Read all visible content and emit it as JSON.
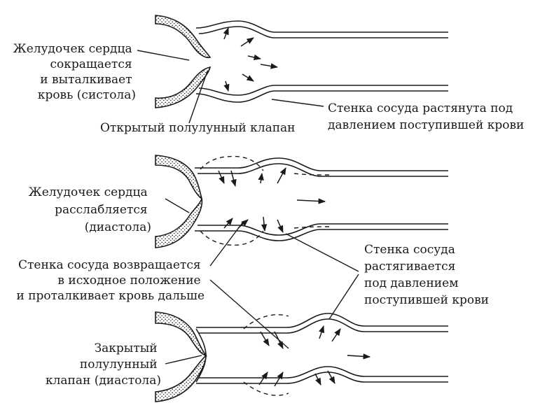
{
  "labels": {
    "top_ventricle": [
      "Желудочек сердца",
      "сокращается",
      "и выталкивает",
      "кровь (систола)"
    ],
    "top_valve": "Открытый полулунный клапан",
    "top_wall": [
      "Стенка сосуда растянута под",
      "давлением поступившей крови"
    ],
    "mid_ventricle": [
      "Желудочек сердца",
      "расслабляется",
      "(диастола)"
    ],
    "mid_return": [
      "Стенка сосуда возвращается",
      "в исходное положение",
      "и проталкивает  кровь дальше"
    ],
    "mid_stretch": [
      "Стенка сосуда",
      "растягивается",
      "под давлением",
      "поступившей крови"
    ],
    "bottom_valve": [
      "Закрытый",
      "полулунный",
      "клапан (диастола)"
    ]
  },
  "colors": {
    "ink": "#1a1a1a",
    "paper": "#ffffff"
  }
}
